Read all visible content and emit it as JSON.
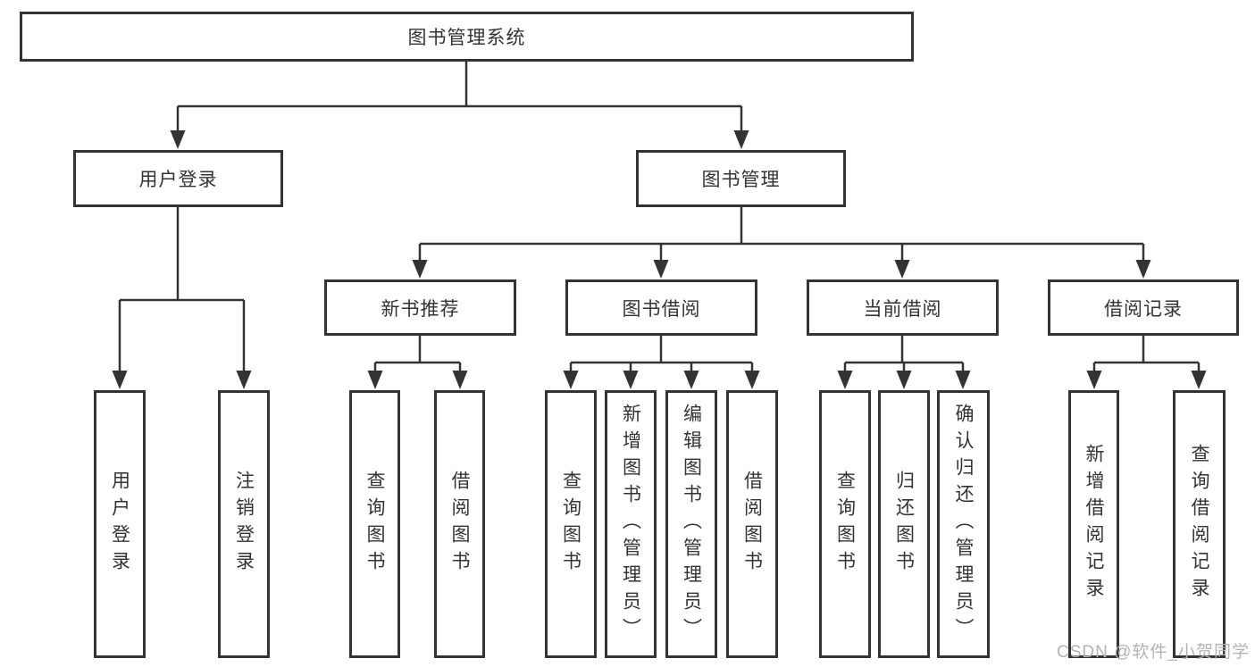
{
  "diagram": {
    "type": "hierarchy-tree",
    "root": {
      "label": "图书管理系统"
    },
    "level2": {
      "user_login": {
        "label": "用户登录"
      },
      "book_mgmt": {
        "label": "图书管理"
      }
    },
    "level3": {
      "new_book_rec": {
        "label": "新书推荐"
      },
      "book_borrow": {
        "label": "图书借阅"
      },
      "current_borrow": {
        "label": "当前借阅"
      },
      "borrow_record": {
        "label": "借阅记录"
      }
    },
    "leaves": {
      "login_user": {
        "label": "用户登录"
      },
      "login_logout": {
        "label": "注销登录"
      },
      "rec_query_books": {
        "label": "查询图书"
      },
      "rec_borrow_books": {
        "label": "借阅图书"
      },
      "bb_query_books": {
        "label": "查询图书"
      },
      "bb_add_books": {
        "label": "新增图书（管理员）"
      },
      "bb_edit_books": {
        "label": "编辑图书（管理员）"
      },
      "bb_borrow_books": {
        "label": "借阅图书"
      },
      "cb_query_books": {
        "label": "查询图书"
      },
      "cb_return_books": {
        "label": "归还图书"
      },
      "cb_confirm_return": {
        "label": "确认归还（管理员）"
      },
      "br_add_record": {
        "label": "新增借阅记录"
      },
      "br_query_record": {
        "label": "查询借阅记录"
      }
    },
    "hierarchy": [
      {
        "parent": "图书管理系统",
        "children": [
          "用户登录",
          "图书管理"
        ]
      },
      {
        "parent": "用户登录",
        "children": [
          "用户登录",
          "注销登录"
        ]
      },
      {
        "parent": "图书管理",
        "children": [
          "新书推荐",
          "图书借阅",
          "当前借阅",
          "借阅记录"
        ]
      },
      {
        "parent": "新书推荐",
        "children": [
          "查询图书",
          "借阅图书"
        ]
      },
      {
        "parent": "图书借阅",
        "children": [
          "查询图书",
          "新增图书（管理员）",
          "编辑图书（管理员）",
          "借阅图书"
        ]
      },
      {
        "parent": "当前借阅",
        "children": [
          "查询图书",
          "归还图书",
          "确认归还（管理员）"
        ]
      },
      {
        "parent": "借阅记录",
        "children": [
          "新增借阅记录",
          "查询借阅记录"
        ]
      }
    ]
  },
  "watermark": {
    "text": "CSDN @软件_小贺同学"
  },
  "colors": {
    "line": "#333333",
    "box_border": "#333333",
    "text": "#333333",
    "watermark": "#b3b3b3",
    "background": "#ffffff"
  }
}
